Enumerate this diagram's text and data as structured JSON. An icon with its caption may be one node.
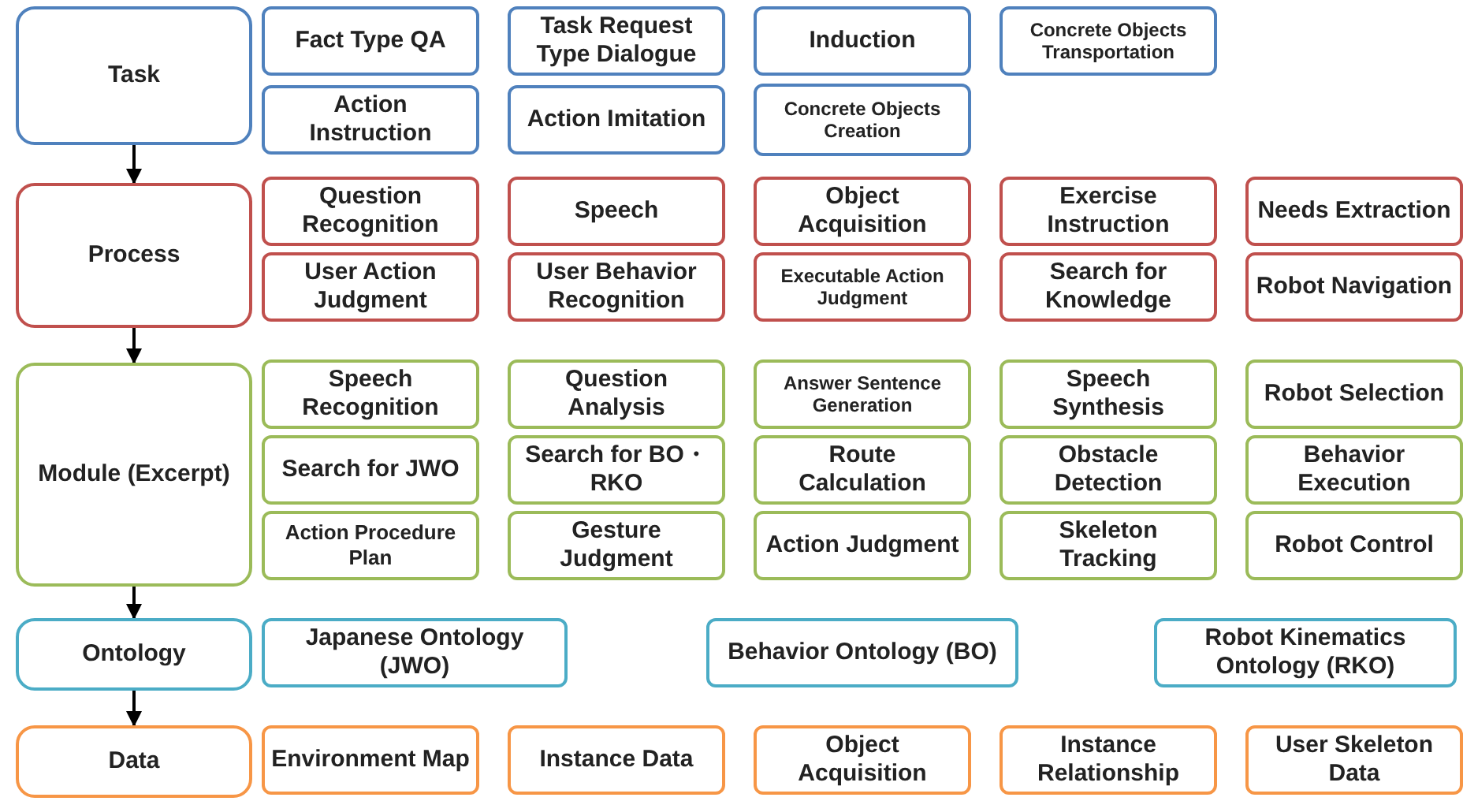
{
  "diagram": {
    "nodes": [
      {
        "text": [
          "Task"
        ]
      },
      {
        "text": [
          "Fact Type QA"
        ]
      },
      {
        "text": [
          "Task Request Type Dialogue"
        ]
      },
      {
        "text": [
          "Induction"
        ]
      },
      {
        "text": [
          "Concrete Objects Transportation"
        ]
      },
      {
        "text": [
          "Action Instruction"
        ]
      },
      {
        "text": [
          "Action Imitation"
        ]
      },
      {
        "text": [
          "Concrete Objects Creation"
        ]
      },
      {
        "text": [
          "Process"
        ]
      },
      {
        "text": [
          "Question Recognition"
        ]
      },
      {
        "text": [
          "Speech"
        ]
      },
      {
        "text": [
          "Object Acquisition"
        ]
      },
      {
        "text": [
          "Exercise Instruction"
        ]
      },
      {
        "text": [
          "Needs Extraction"
        ]
      },
      {
        "text": [
          "User Action Judgment"
        ]
      },
      {
        "text": [
          "User Behavior Recognition"
        ]
      },
      {
        "text": [
          "Executable Action Judgment"
        ]
      },
      {
        "text": [
          "Search for Knowledge"
        ]
      },
      {
        "text": [
          "Robot Navigation"
        ]
      },
      {
        "text": [
          "Module (Excerpt)"
        ]
      },
      {
        "text": [
          "Speech Recognition"
        ]
      },
      {
        "text": [
          "Question Analysis"
        ]
      },
      {
        "text": [
          "Answer Sentence Generation"
        ]
      },
      {
        "text": [
          "Speech Synthesis"
        ]
      },
      {
        "text": [
          "Robot Selection"
        ]
      },
      {
        "text": [
          "Search for JWO"
        ]
      },
      {
        "text": [
          "Search for BO・RKO"
        ]
      },
      {
        "text": [
          "Route Calculation"
        ]
      },
      {
        "text": [
          "Obstacle Detection"
        ]
      },
      {
        "text": [
          "Behavior Execution"
        ]
      },
      {
        "text": [
          "Action Procedure Plan"
        ]
      },
      {
        "text": [
          "Gesture Judgment"
        ]
      },
      {
        "text": [
          "Action Judgment"
        ]
      },
      {
        "text": [
          "Skeleton Tracking"
        ]
      },
      {
        "text": [
          "Robot Control"
        ]
      },
      {
        "text": [
          "Ontology"
        ]
      },
      {
        "text": [
          "Japanese Ontology (JWO)"
        ]
      },
      {
        "text": [
          "Behavior Ontology (BO)"
        ]
      },
      {
        "text": [
          "Robot Kinematics Ontology (RKO)"
        ]
      },
      {
        "text": [
          "Data"
        ]
      },
      {
        "text": [
          "Environment Map"
        ]
      },
      {
        "text": [
          "Instance Data"
        ]
      },
      {
        "text": [
          "Object Acquisition"
        ]
      },
      {
        "text": [
          "Instance Relationship"
        ]
      },
      {
        "text": [
          "User Skeleton Data"
        ]
      }
    ],
    "edges": [
      {
        "from": 0,
        "to": 8,
        "arrow": "to"
      },
      {
        "from": 8,
        "to": 19,
        "arrow": "to"
      },
      {
        "from": 19,
        "to": 35,
        "arrow": "to"
      },
      {
        "from": 35,
        "to": 39,
        "arrow": "to"
      }
    ]
  }
}
